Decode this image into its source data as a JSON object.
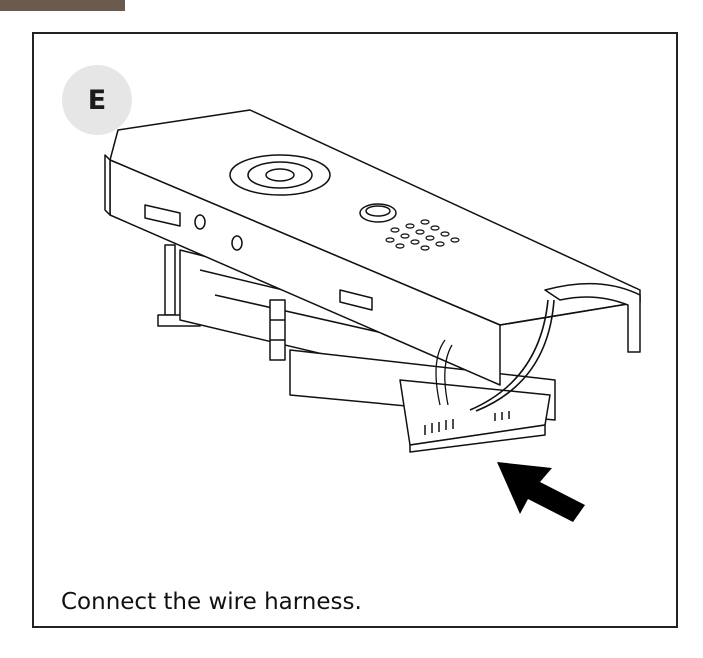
{
  "step": {
    "letter": "E"
  },
  "caption": "Connect the wire harness.",
  "colors": {
    "accent_tab": "#6b5a4e",
    "badge_bg": "#e6e6e6",
    "border": "#222222"
  },
  "icons": {
    "arrow": "insert-direction-arrow"
  }
}
